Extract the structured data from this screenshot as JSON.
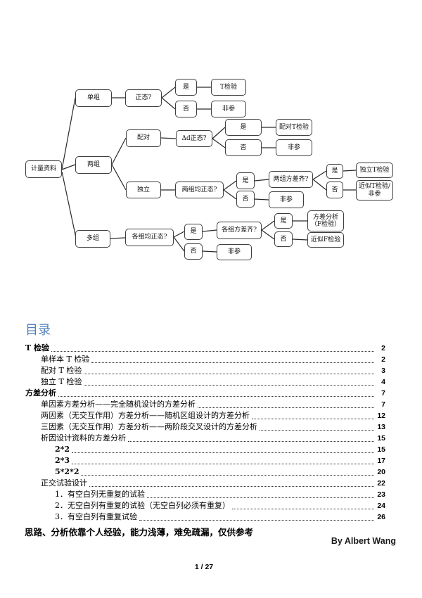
{
  "flowchart": {
    "nodes": [
      {
        "label": "计量资料"
      },
      {
        "label": "单组"
      },
      {
        "label": "正态?"
      },
      {
        "label": "是"
      },
      {
        "label": "否"
      },
      {
        "label": "T检验"
      },
      {
        "label": "非参"
      },
      {
        "label": "配对"
      },
      {
        "label": "Δd正态?"
      },
      {
        "label": "是"
      },
      {
        "label": "否"
      },
      {
        "label": "配对T检验"
      },
      {
        "label": "非参"
      },
      {
        "label": "两组"
      },
      {
        "label": "独立"
      },
      {
        "label": "两组均正态?"
      },
      {
        "label": "是"
      },
      {
        "label": "否"
      },
      {
        "label": "两组方差齐?"
      },
      {
        "label": "非参"
      },
      {
        "label": "是"
      },
      {
        "label": "否"
      },
      {
        "label": "独立T检验"
      },
      {
        "label": "近似T检验/非参"
      },
      {
        "label": "多组"
      },
      {
        "label": "各组均正态?"
      },
      {
        "label": "是"
      },
      {
        "label": "否"
      },
      {
        "label": "各组方差齐?"
      },
      {
        "label": "非参"
      },
      {
        "label": "是"
      },
      {
        "label": "否"
      },
      {
        "label": "方差分析（F检验）"
      },
      {
        "label": "近似F检验"
      }
    ]
  },
  "toc": {
    "heading": "目录",
    "entries": [
      {
        "label": "T 检验",
        "page": "2",
        "level": 1
      },
      {
        "label": "单样本 T 检验",
        "page": "2",
        "level": 2
      },
      {
        "label": "配对 T 检验",
        "page": "3",
        "level": 2
      },
      {
        "label": "独立 T 检验",
        "page": "4",
        "level": 2
      },
      {
        "label": "方差分析",
        "page": "7",
        "level": 1
      },
      {
        "label": "单因素方差分析——完全随机设计的方差分析",
        "page": "7",
        "level": 2
      },
      {
        "label": "两因素（无交互作用）方差分析——随机区组设计的方差分析",
        "page": "12",
        "level": 2
      },
      {
        "label": "三因素（无交互作用）方差分析——两阶段交叉设计的方差分析",
        "page": "13",
        "level": 2
      },
      {
        "label": "析因设计资料的方差分析",
        "page": "15",
        "level": 2
      },
      {
        "label": "2*2",
        "page": "15",
        "level": 3
      },
      {
        "label": "2*3",
        "page": "17",
        "level": 3
      },
      {
        "label": "5*2*2",
        "page": "20",
        "level": 3
      },
      {
        "label": "正交试验设计",
        "page": "22",
        "level": 2
      },
      {
        "label": "1．有空白列无重复的试验",
        "page": "23",
        "level": 3
      },
      {
        "label": "2．无空白列有重复的试验（无空白列必须有重复）",
        "page": "24",
        "level": 3
      },
      {
        "label": "3．有空白列有重复试验",
        "page": "26",
        "level": 3
      }
    ]
  },
  "footer": {
    "note": "思路、分析依靠个人经验，能力浅薄，难免疏漏，仅供参考",
    "author": "By Albert Wang",
    "page_indicator": "1 / 27"
  }
}
